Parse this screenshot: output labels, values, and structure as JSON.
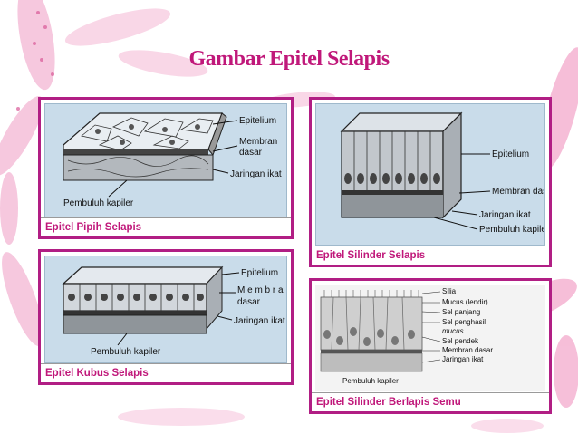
{
  "title": "Gambar Epitel Selapis",
  "colors": {
    "accent": "#c0187a",
    "frame": "#b11e84",
    "image_bg": "#c9dcea"
  },
  "panels": [
    {
      "caption": "Epitel Pipih Selapis",
      "labels": [
        "Epitelium",
        "Membran",
        "dasar",
        "Jaringan ikat",
        "Pembuluh kapiler"
      ]
    },
    {
      "caption": "Epitel Silinder Selapis",
      "labels": [
        "Epitelium",
        "Membran dasar",
        "Jaringan ikat",
        "Pembuluh kapiler"
      ]
    },
    {
      "caption": "Epitel Kubus Selapis",
      "labels": [
        "Epitelium",
        "M e m b r a n",
        "dasar",
        "Jaringan ikat",
        "Pembuluh kapiler"
      ]
    },
    {
      "caption": "Epitel Silinder Berlapis Semu",
      "labels": [
        "Silia",
        "Mucus (lendir)",
        "Sel panjang",
        "Sel penghasil",
        "mucus",
        "Sel pendek",
        "Membran dasar",
        "Jaringan ikat",
        "Pembuluh kapiler"
      ]
    }
  ]
}
